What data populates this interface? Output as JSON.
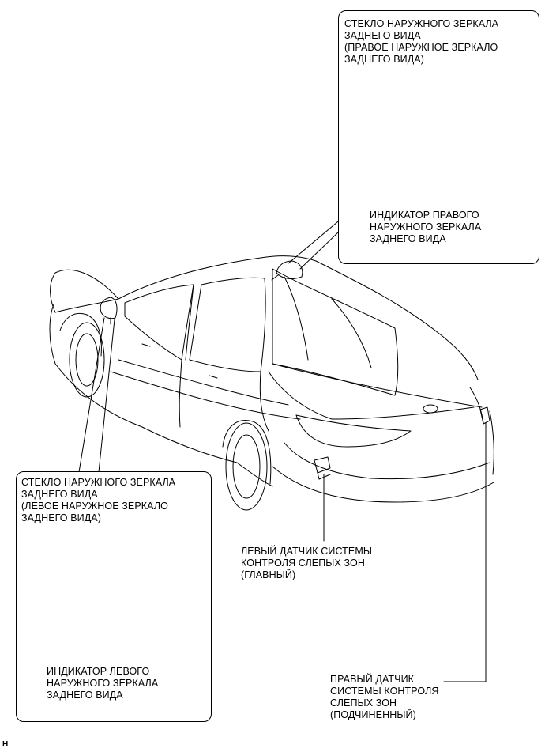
{
  "right_callout": {
    "title": "СТЕКЛО НАРУЖНОГО ЗЕРКАЛА\nЗАДНЕГО ВИДА\n(ПРАВОЕ НАРУЖНОЕ ЗЕРКАЛО\nЗАДНЕГО ВИДА)",
    "indicator": "ИНДИКАТОР ПРАВОГО\nНАРУЖНОГО ЗЕРКАЛА\nЗАДНЕГО ВИДА"
  },
  "left_callout": {
    "title": "СТЕКЛО НАРУЖНОГО ЗЕРКАЛА\nЗАДНЕГО ВИДА\n(ЛЕВОЕ НАРУЖНОЕ ЗЕРКАЛО\nЗАДНЕГО ВИДА)",
    "indicator": "ИНДИКАТОР ЛЕВОГО\nНАРУЖНОГО ЗЕРКАЛА\nЗАДНЕГО ВИДА"
  },
  "labels": {
    "left_sensor": "ЛЕВЫЙ ДАТЧИК СИСТЕМЫ\nКОНТРОЛЯ СЛЕПЫХ ЗОН\n(ГЛАВНЫЙ)",
    "right_sensor": "ПРАВЫЙ ДАТЧИК\nСИСТЕМЫ КОНТРОЛЯ\nСЛЕПЫХ ЗОН\n(ПОДЧИНЕННЫЙ)"
  },
  "figure_id": "H"
}
